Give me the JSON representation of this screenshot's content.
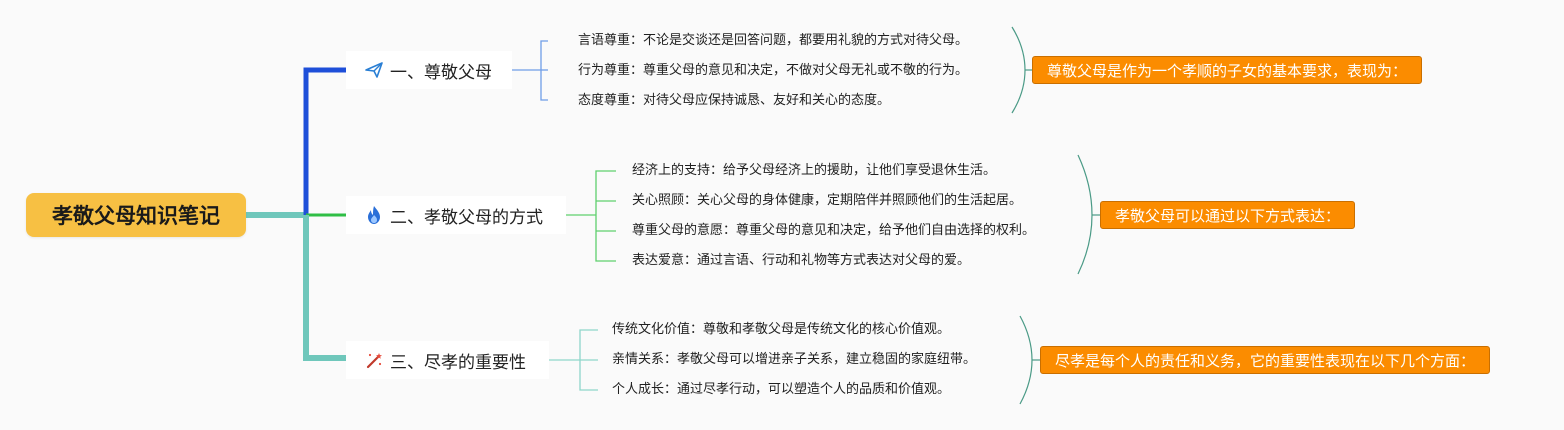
{
  "root": {
    "title": "孝敬父母知识笔记"
  },
  "branches": [
    {
      "label": "一、尊敬父母",
      "icon": "paper-plane-icon",
      "color": "#1e4fd9",
      "leaves": [
        "言语尊重：不论是交谈还是回答问题，都要用礼貌的方式对待父母。",
        "行为尊重：尊重父母的意见和决定，不做对父母无礼或不敬的行为。",
        "态度尊重：对待父母应保持诚恳、友好和关心的态度。"
      ],
      "summary": "尊敬父母是作为一个孝顺的子女的基本要求，表现为："
    },
    {
      "label": "二、孝敬父母的方式",
      "icon": "flame-icon",
      "color": "#2fbe45",
      "leaves": [
        "经济上的支持：给予父母经济上的援助，让他们享受退休生活。",
        "关心照顾：关心父母的身体健康，定期陪伴并照顾他们的生活起居。",
        "尊重父母的意愿：尊重父母的意见和决定，给予他们自由选择的权利。",
        "表达爱意：通过言语、行动和礼物等方式表达对父母的爱。"
      ],
      "summary": "孝敬父母可以通过以下方式表达："
    },
    {
      "label": "三、尽孝的重要性",
      "icon": "magic-wand-icon",
      "color": "#62c4b4",
      "leaves": [
        "传统文化价值：尊敬和孝敬父母是传统文化的核心价值观。",
        "亲情关系：孝敬父母可以增进亲子关系，建立稳固的家庭纽带。",
        "个人成长：通过尽孝行动，可以塑造个人的品质和价值观。"
      ],
      "summary": "尽孝是每个人的责任和义务，它的重要性表现在以下几个方面："
    }
  ]
}
